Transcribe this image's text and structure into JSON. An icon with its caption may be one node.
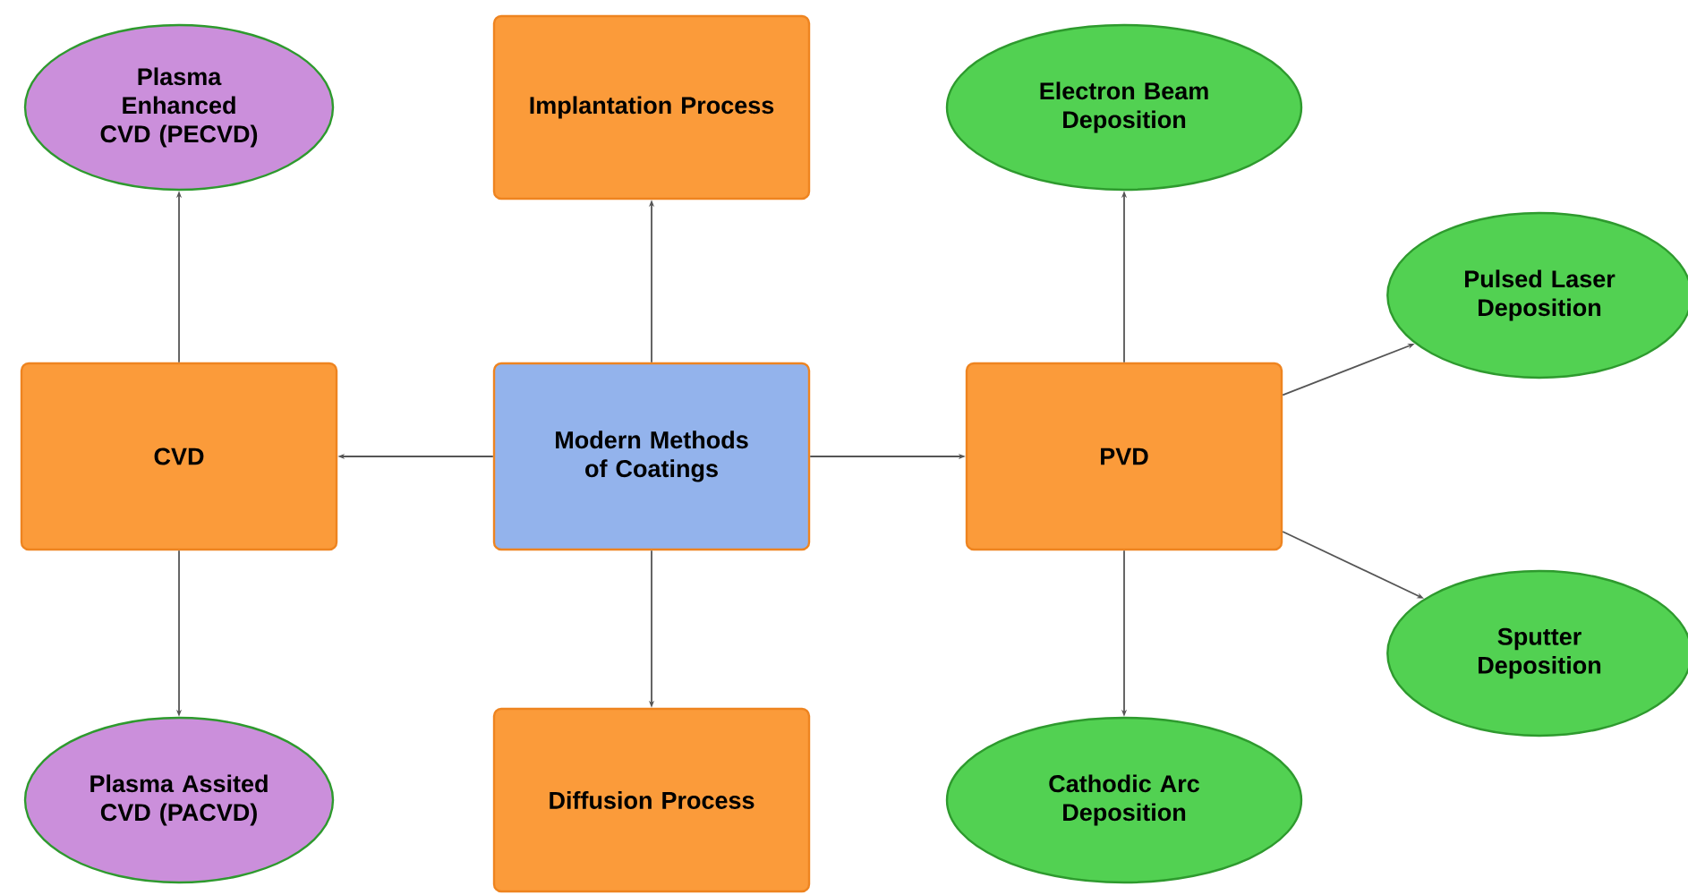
{
  "diagram": {
    "nodes": [
      {
        "text": [
          "Plasma Enhanced CVD (PECVD)"
        ]
      },
      {
        "text": [
          "Implantation Process"
        ]
      },
      {
        "text": [
          "Electron Beam Deposition"
        ]
      },
      {
        "text": [
          "Pulsed Laser Deposition"
        ]
      },
      {
        "text": [
          "CVD"
        ]
      },
      {
        "text": [
          "Modern Methods of Coatings"
        ]
      },
      {
        "text": [
          "PVD"
        ]
      },
      {
        "text": [
          "Sputter Deposition"
        ]
      },
      {
        "text": [
          "Plasma Assited CVD (PACVD)"
        ]
      },
      {
        "text": [
          "Diffusion Process"
        ]
      },
      {
        "text": [
          "Cathodic Arc Deposition"
        ]
      }
    ],
    "edges": [
      {
        "from": 5,
        "to": 4,
        "arrow": "to"
      },
      {
        "from": 5,
        "to": 6,
        "arrow": "to"
      },
      {
        "from": 5,
        "to": 1,
        "arrow": "to"
      },
      {
        "from": 5,
        "to": 9,
        "arrow": "to"
      },
      {
        "from": 4,
        "to": 0,
        "arrow": "to"
      },
      {
        "from": 4,
        "to": 8,
        "arrow": "to"
      },
      {
        "from": 6,
        "to": 2,
        "arrow": "to"
      },
      {
        "from": 6,
        "to": 10,
        "arrow": "to"
      },
      {
        "from": 6,
        "to": 3,
        "arrow": "to"
      },
      {
        "from": 6,
        "to": 7,
        "arrow": "to"
      }
    ]
  }
}
